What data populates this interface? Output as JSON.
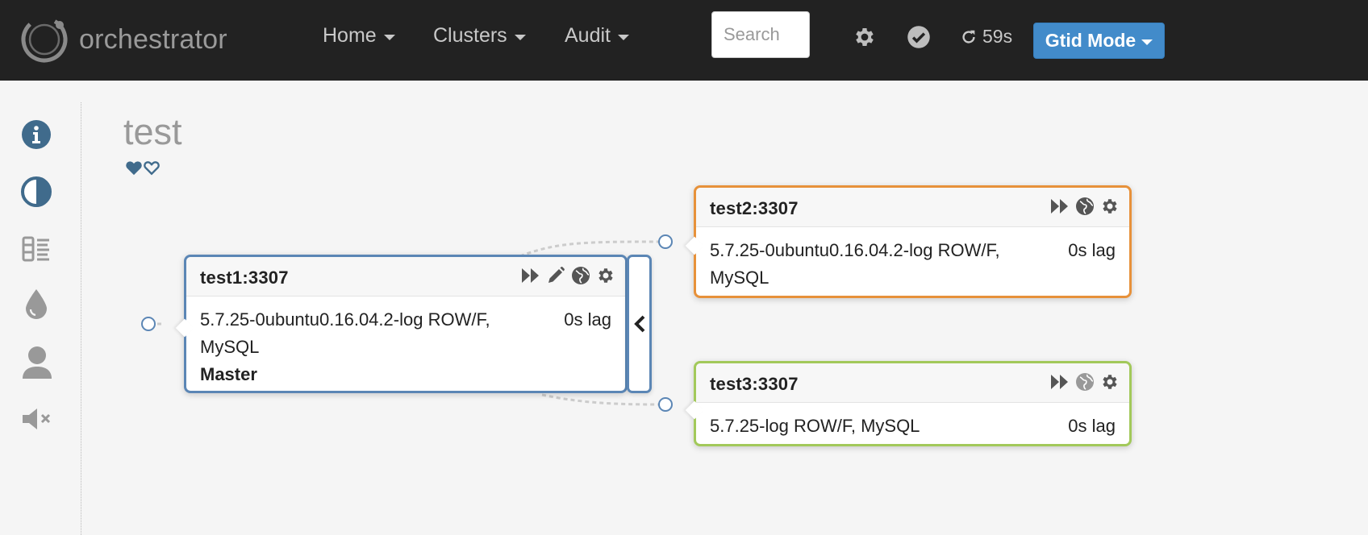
{
  "navbar": {
    "brand": "orchestrator",
    "menus": [
      {
        "label": "Home"
      },
      {
        "label": "Clusters"
      },
      {
        "label": "Audit"
      }
    ],
    "search_placeholder": "Search",
    "refresh_countdown": "59s",
    "gtid_button": "Gtid Mode"
  },
  "sidebar": {
    "icons": [
      "info-icon",
      "contrast-icon",
      "layers-icon",
      "tint-icon",
      "user-icon",
      "mute-icon"
    ]
  },
  "cluster": {
    "title": "test"
  },
  "instances": [
    {
      "name": "test1:3307",
      "version_info": "5.7.25-0ubuntu0.16.04.2-log ROW/F,",
      "lag": "0s lag",
      "engine": "MySQL",
      "role": "Master",
      "border_color": "#5b86b5"
    },
    {
      "name": "test2:3307",
      "version_info": "5.7.25-0ubuntu0.16.04.2-log ROW/F,",
      "lag": "0s lag",
      "engine": "MySQL",
      "border_color": "#e7913a"
    },
    {
      "name": "test3:3307",
      "version_info": "5.7.25-log ROW/F, MySQL",
      "lag": "0s lag",
      "border_color": "#a2c95a"
    }
  ],
  "colors": {
    "navbar_bg": "#222222",
    "primary": "#428bca",
    "sidebar_icon": "#406b8c"
  }
}
